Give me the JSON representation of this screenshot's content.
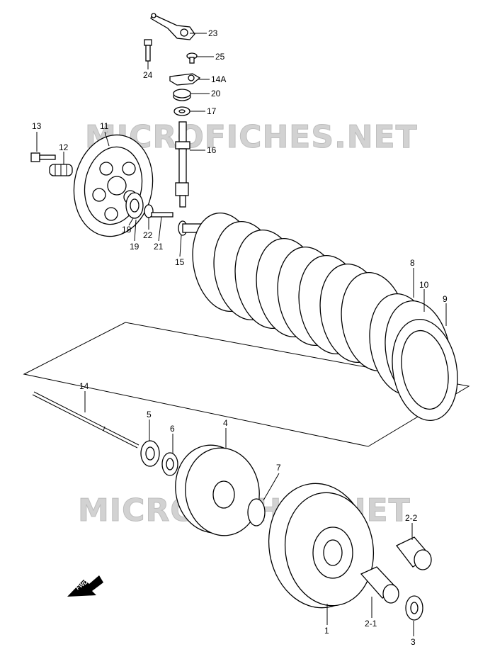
{
  "watermark": "MICROFICHES.NET",
  "fwd_label": "FWD",
  "callouts": {
    "p23": "23",
    "p24": "24",
    "p25": "25",
    "p14A": "14A",
    "p20": "20",
    "p17": "17",
    "p16": "16",
    "p13": "13",
    "p11": "11",
    "p12": "12",
    "p18": "18",
    "p19": "19",
    "p22": "22",
    "p21": "21",
    "p15": "15",
    "p8": "8",
    "p10": "10",
    "p9": "9",
    "p14": "14",
    "p5": "5",
    "p6": "6",
    "p4": "4",
    "p7": "7",
    "p2_2": "2-2",
    "p2_1": "2-1",
    "p1": "1",
    "p3": "3"
  }
}
